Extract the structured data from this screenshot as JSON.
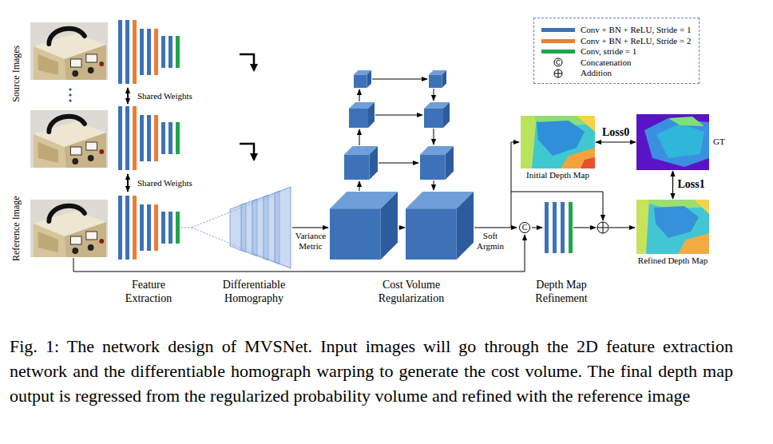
{
  "diagram": {
    "caption": "Fig. 1: The network design of MVSNet. Input images will go through the 2D feature extraction network and the differentiable homograph warping to generate the cost volume. The final depth map output is regressed from the regularized probability volume and refined with the reference image",
    "nodes": [
      {
        "text": [
          "Initial Depth Map"
        ]
      },
      {
        "text": [
          "GT"
        ]
      },
      {
        "text": [
          "Refined Depth Map"
        ]
      },
      {
        "text": [
          "C"
        ]
      }
    ],
    "edges": [
      {
        "from": 0,
        "to": 1,
        "arrow": "both",
        "label": "Loss0"
      },
      {
        "from": 1,
        "to": 2,
        "arrow": "both",
        "label": "Loss1"
      }
    ],
    "labels": [
      "Source Images",
      "Reference Image",
      "Shared Weights",
      "Shared Weights",
      "Variance Metric",
      "Soft Argmin",
      "Feature Extraction",
      "Differentiable Homography",
      "Cost Volume Regularization",
      "Depth Map Refinement"
    ],
    "legend": [
      {
        "text": "Conv + BN + ReLU, Stride = 1",
        "color": "#3d72b8"
      },
      {
        "text": "Conv + BN + ReLU, Stride = 2",
        "color": "#ee7d31"
      },
      {
        "text": "Conv, stride = 1",
        "color": "#1fa64a"
      },
      {
        "text": "Concatenation"
      },
      {
        "text": "Addition"
      }
    ]
  }
}
